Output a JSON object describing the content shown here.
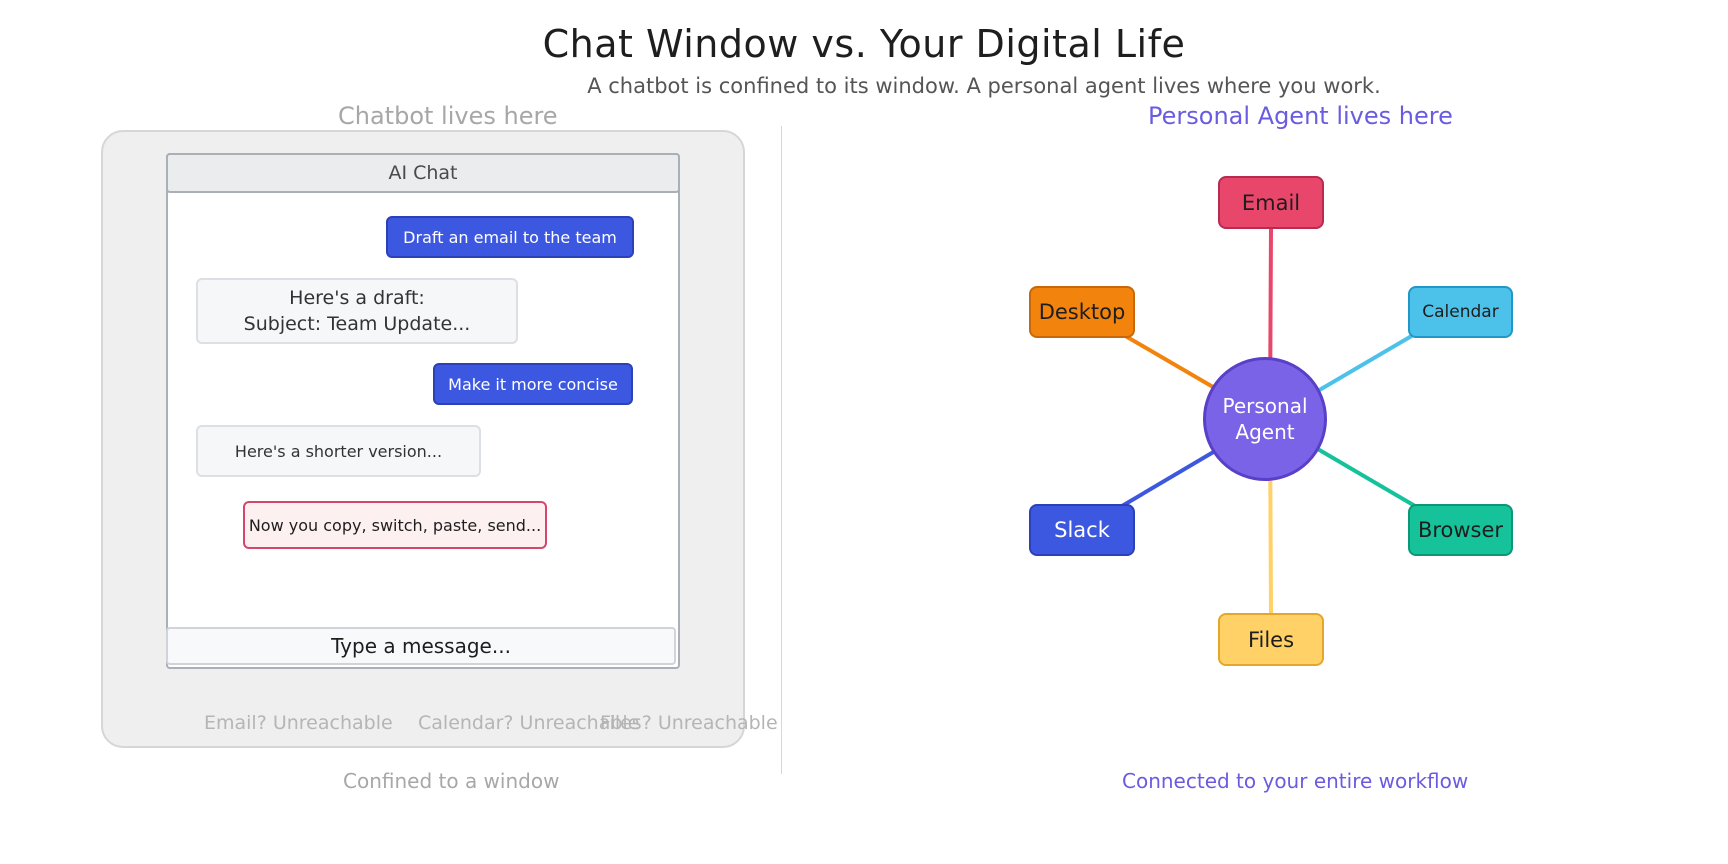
{
  "header": {
    "title": "Chat Window vs. Your Digital Life",
    "subtitle": "A chatbot is confined to its window. A personal agent lives where you work."
  },
  "left_panel": {
    "label": "Chatbot lives here",
    "window_title": "AI Chat",
    "messages": [
      {
        "role": "user",
        "text": "Draft an email to the team"
      },
      {
        "role": "bot",
        "line1": "Here's a draft:",
        "line2": "Subject: Team Update..."
      },
      {
        "role": "user",
        "text": "Make it more concise"
      },
      {
        "role": "bot",
        "text": "Here's a shorter version..."
      },
      {
        "role": "warning",
        "text": "Now you copy, switch, paste, send..."
      }
    ],
    "input_placeholder": "Type a message...",
    "unreachable": [
      "Email? Unreachable",
      "Calendar? Unreachable",
      "Files? Unreachable"
    ],
    "footer": "Confined to a window"
  },
  "right_panel": {
    "label": "Personal Agent lives here",
    "hub": {
      "line1": "Personal",
      "line2": "Agent"
    },
    "nodes": {
      "email": "Email",
      "calendar": "Calendar",
      "browser": "Browser",
      "files": "Files",
      "slack": "Slack",
      "desktop": "Desktop"
    },
    "footer": "Connected to your entire workflow"
  },
  "colors": {
    "email": "#e8466b",
    "calendar": "#4cc1ea",
    "browser": "#15c29a",
    "files": "#ffd166",
    "slack": "#3d58e0",
    "desktop": "#f2830d",
    "hub": "#7a63e6",
    "user_bubble": "#3d58e0",
    "accent_purple": "#6a5ce0"
  }
}
